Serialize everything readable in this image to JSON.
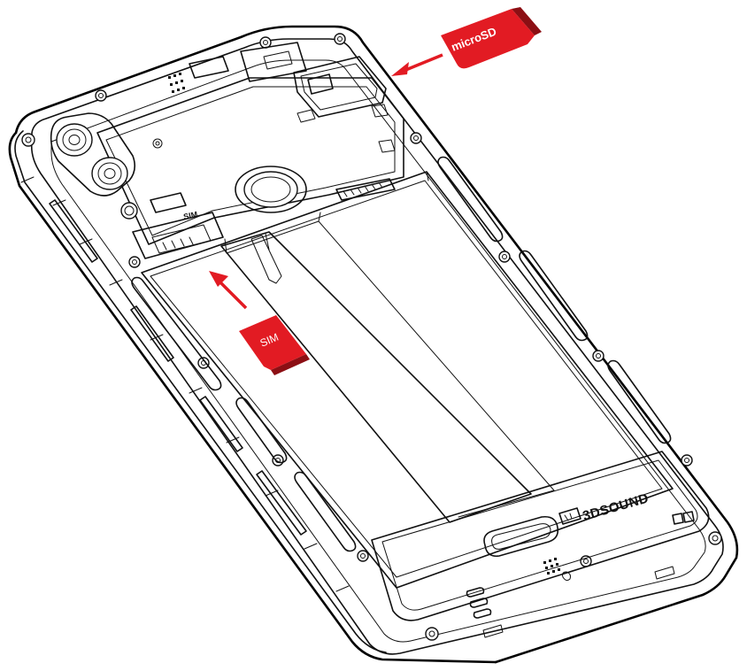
{
  "diagram": {
    "cards": {
      "microsd": {
        "label": "microSD",
        "color": "#e21b23",
        "text_color": "#ffffff"
      },
      "sim": {
        "label": "SIM",
        "color": "#e21b23",
        "text_color": "#ffffff"
      }
    },
    "slot_labels": {
      "sim_slot": "SIM"
    },
    "branding": {
      "speaker_logo": "3DSOUND"
    },
    "arrow_color": "#e21b23",
    "icons": [
      "camera-module-icon",
      "fingerprint-sensor-icon",
      "speaker-logo-icon",
      "flash-icon"
    ]
  }
}
